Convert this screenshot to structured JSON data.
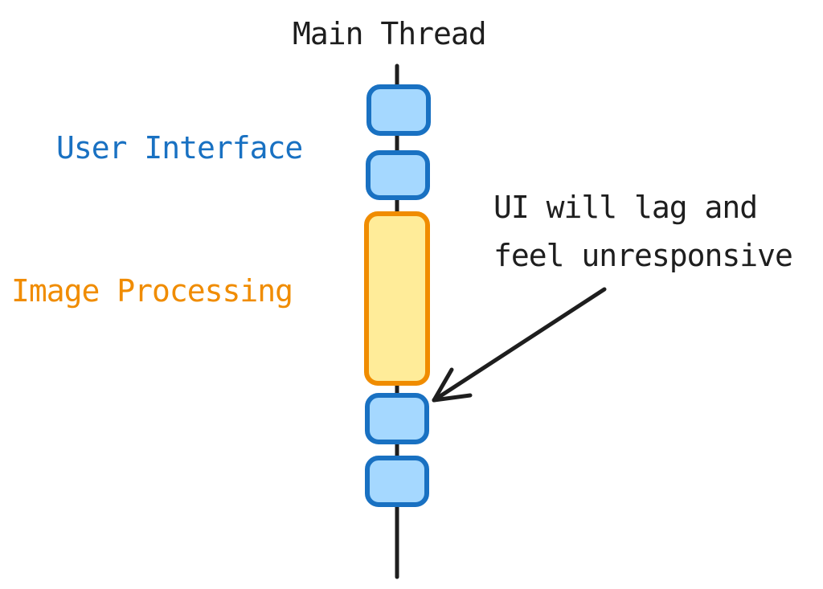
{
  "title": "Main Thread",
  "labels": {
    "user_interface": "User Interface",
    "image_processing": "Image Processing",
    "annotation_line1": "UI will lag and",
    "annotation_line2": "feel unresponsive"
  },
  "colors": {
    "ui_fill": "#a5d8ff",
    "ui_stroke": "#1971c2",
    "processing_fill": "#ffec99",
    "processing_stroke": "#f08c00",
    "line": "#1e1e1e",
    "text": "#1e1e1e"
  }
}
